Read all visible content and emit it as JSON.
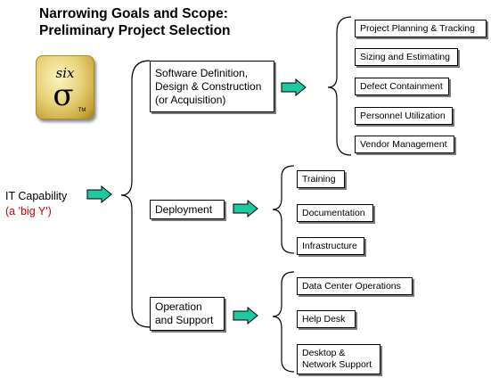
{
  "title": {
    "line1": "Narrowing Goals and Scope:",
    "line2": "Preliminary Project Selection"
  },
  "logo": {
    "text": "six",
    "symbol": "σ",
    "trademark": "TM"
  },
  "root": {
    "label": "IT Capability",
    "sublabel": "(a 'big Y')",
    "sublabel_color": "#cc0000"
  },
  "branches": [
    {
      "label": "Software Definition,\nDesign & Construction\n(or Acquisition)"
    },
    {
      "label": "Deployment"
    },
    {
      "label": "Operation\nand Support"
    }
  ],
  "leaves": {
    "software": [
      "Project Planning & Tracking",
      "Sizing and Estimating",
      "Defect Containment",
      "Personnel Utilization",
      "Vendor Management"
    ],
    "deployment": [
      "Training",
      "Documentation",
      "Infrastructure"
    ],
    "operation": [
      "Data Center Operations",
      "Help Desk",
      "Desktop &\nNetwork Support"
    ]
  },
  "colors": {
    "arrow_fill": "#1fc9a0",
    "arrow_stroke": "#000000",
    "logo_gold": "#e8d27a"
  },
  "icons": {
    "arrow": "right-arrow-icon",
    "logo": "six-sigma-logo"
  }
}
